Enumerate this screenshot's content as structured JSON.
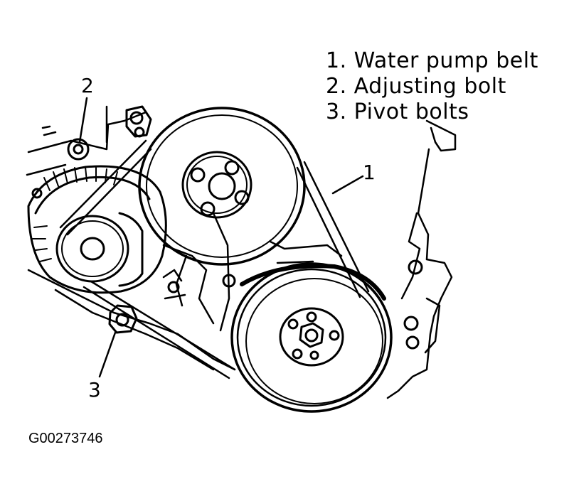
{
  "legend": {
    "items": [
      {
        "number": "1.",
        "text": "Water pump belt"
      },
      {
        "number": "2.",
        "text": "Adjusting bolt"
      },
      {
        "number": "3.",
        "text": "Pivot bolts"
      }
    ]
  },
  "callouts": {
    "belt": "1",
    "adjusting_bolt": "2",
    "pivot_bolts": "3"
  },
  "figure_id": "G00273746",
  "colors": {
    "ink": "#000000",
    "paper": "#ffffff"
  }
}
